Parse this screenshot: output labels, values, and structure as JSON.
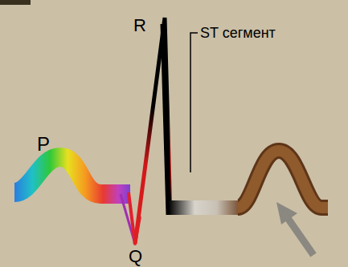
{
  "diagram": {
    "labels": [
      "P",
      "Q",
      "R",
      "ST сегмент"
    ]
  }
}
